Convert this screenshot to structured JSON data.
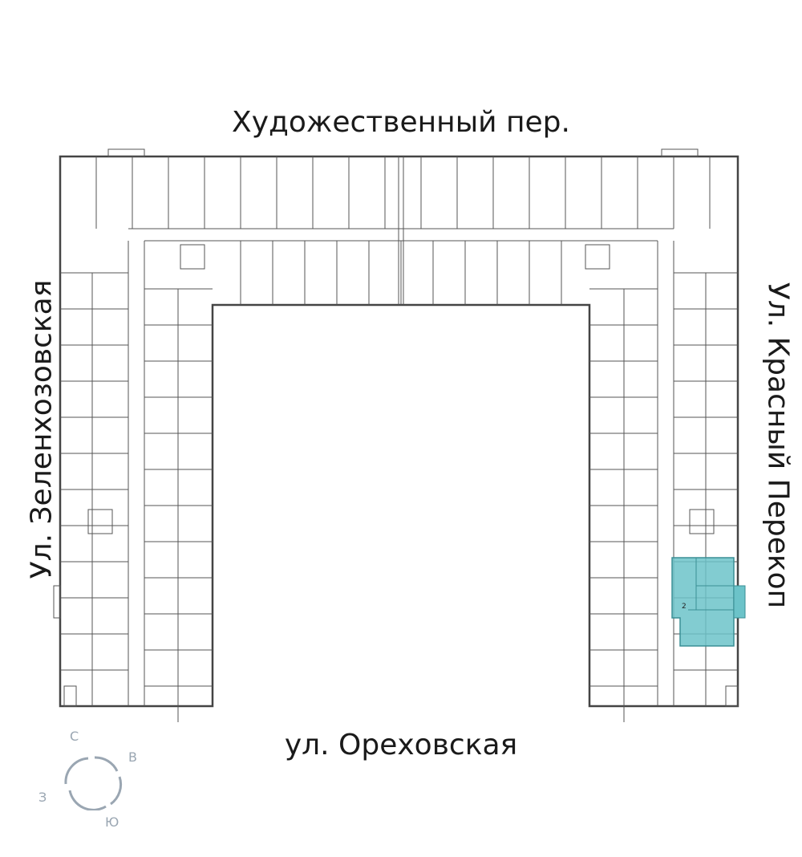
{
  "streets": {
    "top": "Художественный пер.",
    "bottom": "ул. Ореховская",
    "left": "Ул. Зеленхозовская",
    "right": "Ул. Красный Перекоп"
  },
  "compass": {
    "north": "С",
    "east": "В",
    "south": "Ю",
    "west": "З"
  },
  "highlighted_unit": {
    "rooms": "2",
    "color": "#6cc3c9"
  },
  "colors": {
    "wall": "#444444",
    "compass": "#9aa6b2"
  }
}
